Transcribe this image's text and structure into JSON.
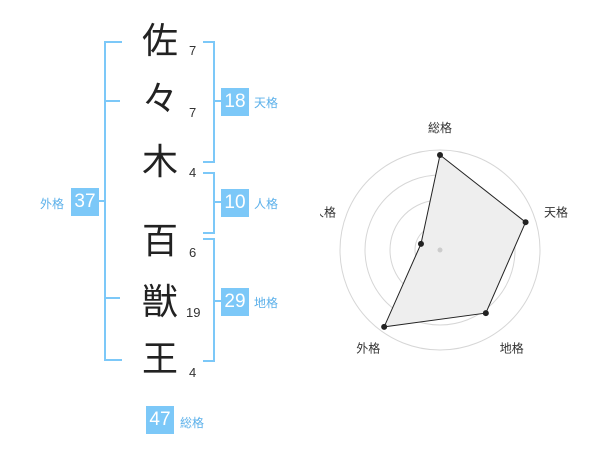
{
  "name_chars": [
    {
      "char": "佐",
      "strokes": "7"
    },
    {
      "char": "々",
      "strokes": "7"
    },
    {
      "char": "木",
      "strokes": "4"
    },
    {
      "char": "百",
      "strokes": "6"
    },
    {
      "char": "獣",
      "strokes": "19"
    },
    {
      "char": "王",
      "strokes": "4"
    }
  ],
  "kakusu": {
    "tenkaku": {
      "value": "18",
      "label": "天格"
    },
    "jinkaku": {
      "value": "10",
      "label": "人格"
    },
    "chikaku": {
      "value": "29",
      "label": "地格"
    },
    "gaikaku": {
      "value": "37",
      "label": "外格"
    },
    "soukaku": {
      "value": "47",
      "label": "総格"
    }
  },
  "colors": {
    "accent": "#7cc8f8",
    "accent_text": "#5bb0ea",
    "radar_fill": "#eeeeee",
    "radar_line": "#222222"
  },
  "chart_data": {
    "type": "radar",
    "axes": [
      "総格",
      "天格",
      "地格",
      "外格",
      "人格"
    ],
    "values": [
      0.95,
      0.9,
      0.78,
      0.95,
      0.2
    ],
    "range": [
      0,
      1
    ],
    "rings": 4
  }
}
